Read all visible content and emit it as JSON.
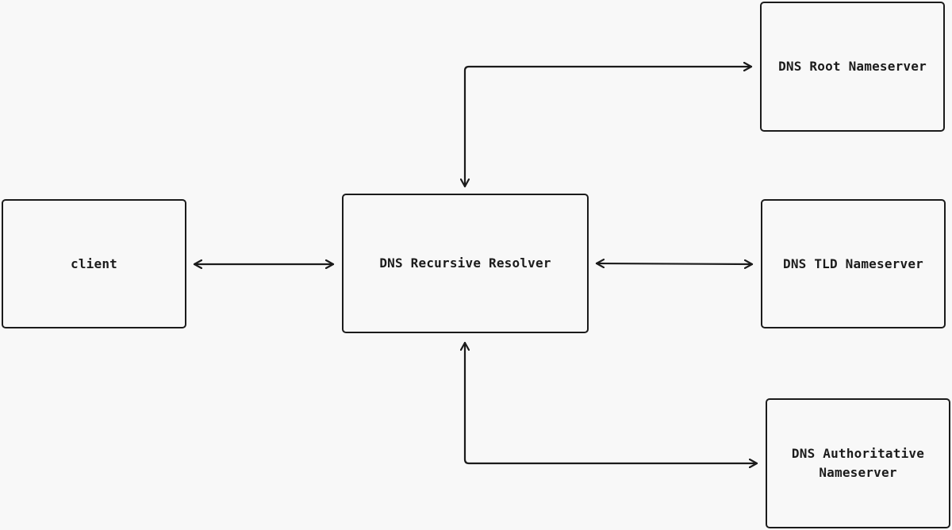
{
  "diagram": {
    "nodes": {
      "client": {
        "label": "client"
      },
      "resolver": {
        "label": "DNS Recursive Resolver"
      },
      "root": {
        "label": "DNS Root Nameserver"
      },
      "tld": {
        "label": "DNS TLD Nameserver"
      },
      "authoritative": {
        "label": "DNS Authoritative\nNameserver"
      }
    },
    "edges": [
      {
        "from": "client",
        "to": "resolver",
        "direction": "both"
      },
      {
        "from": "resolver",
        "to": "root",
        "direction": "both"
      },
      {
        "from": "resolver",
        "to": "tld",
        "direction": "both"
      },
      {
        "from": "resolver",
        "to": "authoritative",
        "direction": "both"
      }
    ],
    "colors": {
      "background": "#f8f8f8",
      "stroke": "#1b1b1b"
    }
  }
}
